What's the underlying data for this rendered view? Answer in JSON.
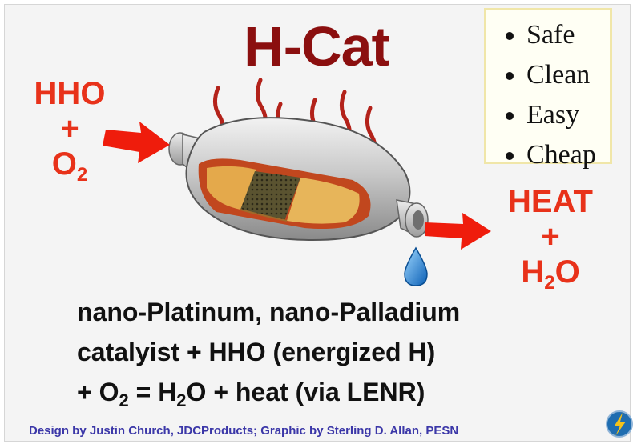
{
  "title": "H-Cat",
  "inlet": {
    "line1": "HHO",
    "plus": "+",
    "o_base": "O",
    "o_sub": "2"
  },
  "outlet": {
    "line1": "HEAT",
    "plus": "+",
    "h_base": "H",
    "h_sub": "2",
    "o_tail": "O"
  },
  "benefits": [
    "Safe",
    "Clean",
    "Easy",
    "Cheap"
  ],
  "description": {
    "line1": "nano-Platinum, nano-Palladium",
    "line2": "catalyist + HHO (energized H)",
    "line3_a": "+ O",
    "line3_sub1": "2",
    "line3_b": " = H",
    "line3_sub2": "2",
    "line3_c": "O + heat (via LENR)"
  },
  "credit": "Design by Justin Church, JDCProducts; Graphic by Sterling D. Allan, PESN",
  "colors": {
    "title": "#8b0f0f",
    "accent": "#e8321a",
    "arrow": "#ef1c0c",
    "credit": "#3b37a8",
    "body": "#111111"
  },
  "icons": [
    "right-arrow-icon",
    "heat-wave-icon",
    "water-drop-icon",
    "pesn-logo-icon"
  ]
}
